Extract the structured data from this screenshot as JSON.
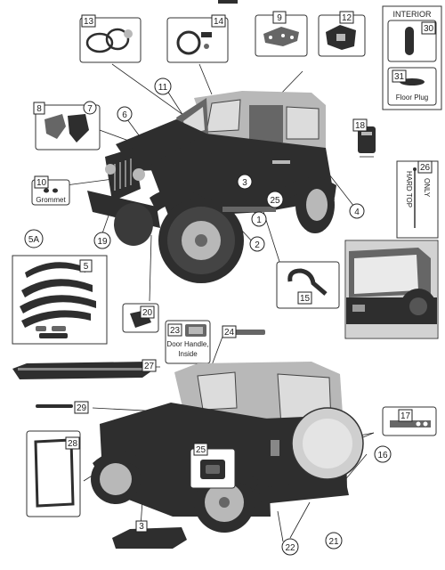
{
  "callouts": [
    {
      "id": "c13",
      "label": "13"
    },
    {
      "id": "c14",
      "label": "14"
    },
    {
      "id": "c9",
      "label": "9"
    },
    {
      "id": "c12",
      "label": "12"
    },
    {
      "id": "c30",
      "label": "30"
    },
    {
      "id": "c31",
      "label": "31"
    },
    {
      "id": "c11",
      "label": "11"
    },
    {
      "id": "c8",
      "label": "8"
    },
    {
      "id": "c7",
      "label": "7"
    },
    {
      "id": "c6",
      "label": "6"
    },
    {
      "id": "c18",
      "label": "18"
    },
    {
      "id": "c26",
      "label": "26"
    },
    {
      "id": "c10",
      "label": "10"
    },
    {
      "id": "c3a",
      "label": "3"
    },
    {
      "id": "c25a",
      "label": "25"
    },
    {
      "id": "c4",
      "label": "4"
    },
    {
      "id": "c5a",
      "label": "5A"
    },
    {
      "id": "c1",
      "label": "1"
    },
    {
      "id": "c2",
      "label": "2"
    },
    {
      "id": "c19",
      "label": "19"
    },
    {
      "id": "c5",
      "label": "5"
    },
    {
      "id": "c15",
      "label": "15"
    },
    {
      "id": "c20",
      "label": "20"
    },
    {
      "id": "c23",
      "label": "23"
    },
    {
      "id": "c24",
      "label": "24"
    },
    {
      "id": "c27",
      "label": "27"
    },
    {
      "id": "c29",
      "label": "29"
    },
    {
      "id": "c17",
      "label": "17"
    },
    {
      "id": "c28",
      "label": "28"
    },
    {
      "id": "c25b",
      "label": "25"
    },
    {
      "id": "c16",
      "label": "16"
    },
    {
      "id": "c3b",
      "label": "3"
    },
    {
      "id": "c22",
      "label": "22"
    },
    {
      "id": "c21",
      "label": "21"
    }
  ],
  "captions": {
    "interior_title": "INTERIOR",
    "floor_plug": "Floor Plug",
    "grommet": "Grommet",
    "door_handle_line1": "Door Handle,",
    "door_handle_line2": "Inside",
    "hard_top": "HARD TOP",
    "only": "ONLY"
  }
}
